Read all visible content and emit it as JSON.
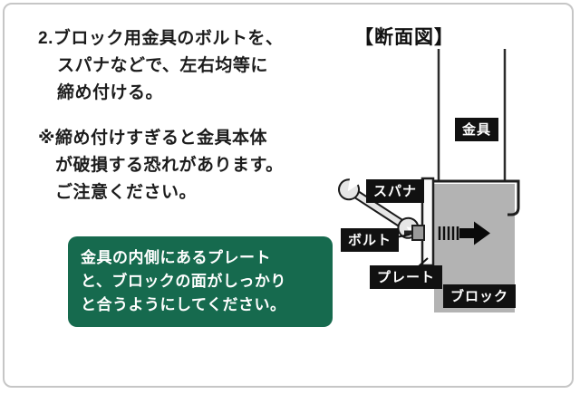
{
  "instructions": {
    "step2": {
      "lines": {
        "0": "2.ブロック用金具のボルトを、",
        "1": "スパナなどで、左右均等に",
        "2": "締め付ける。"
      }
    },
    "caution": {
      "lines": {
        "0": "※締め付けすぎると金具本体",
        "1": "が破損する恐れがあります。",
        "2": "ご注意ください。"
      }
    },
    "callout": {
      "lines": {
        "0": "金具の内側にあるプレート",
        "1": "と、ブロックの面がしっかり",
        "2": "と合うようにしてください。"
      },
      "bg_color": "#166a4e",
      "text_color": "#ffffff"
    }
  },
  "diagram": {
    "title": "【断面図】",
    "labels": {
      "fitting": "金具",
      "spanner": "スパナ",
      "bolt": "ボルト",
      "plate": "プレート",
      "block": "ブロック"
    },
    "icons": [
      "wrench-icon",
      "tighten-arrow-icon",
      "bolt-thread-icon"
    ],
    "colors": {
      "label_bg": "#111111",
      "label_text": "#ffffff",
      "block_fill": "#b3b3b3",
      "line": "#222222",
      "frame_border": "#c6c6c6"
    }
  }
}
